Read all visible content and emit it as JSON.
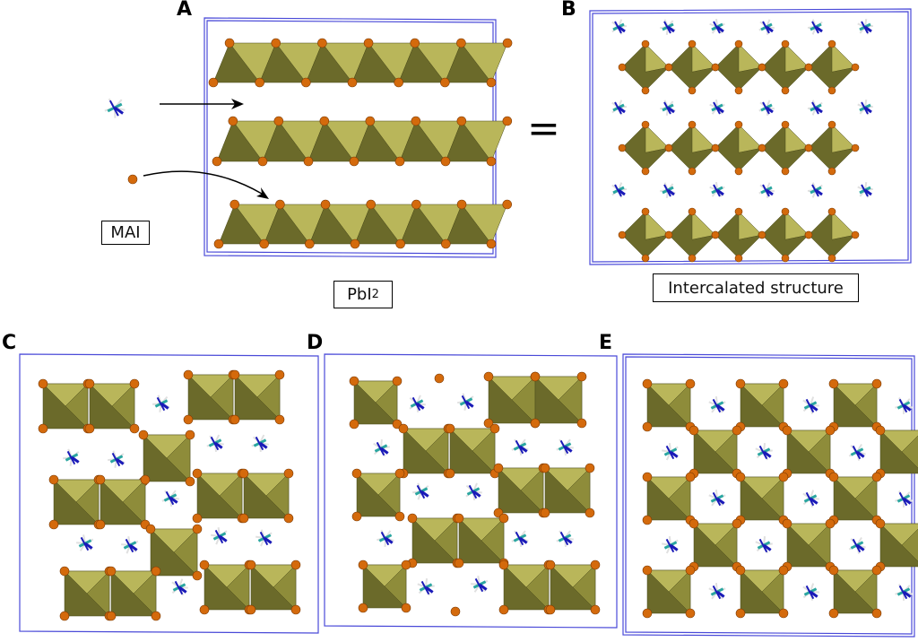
{
  "panels": {
    "a": "A",
    "b": "B",
    "c": "C",
    "d": "D",
    "e": "E"
  },
  "labels": {
    "mai": "MAI",
    "pbi2_base": "PbI",
    "pbi2_sub": "2",
    "intercalated": "Intercalated structure",
    "equals": "="
  },
  "colors": {
    "octa_light": "#b9b65a",
    "octa_dark": "#6b6a2a",
    "iodine": "#d46a0c",
    "cell": "#4a4ad8",
    "nitrogen": "#1a1ab8",
    "carbon": "#2aa6a0",
    "hydrogen": "#e0e0e0"
  }
}
